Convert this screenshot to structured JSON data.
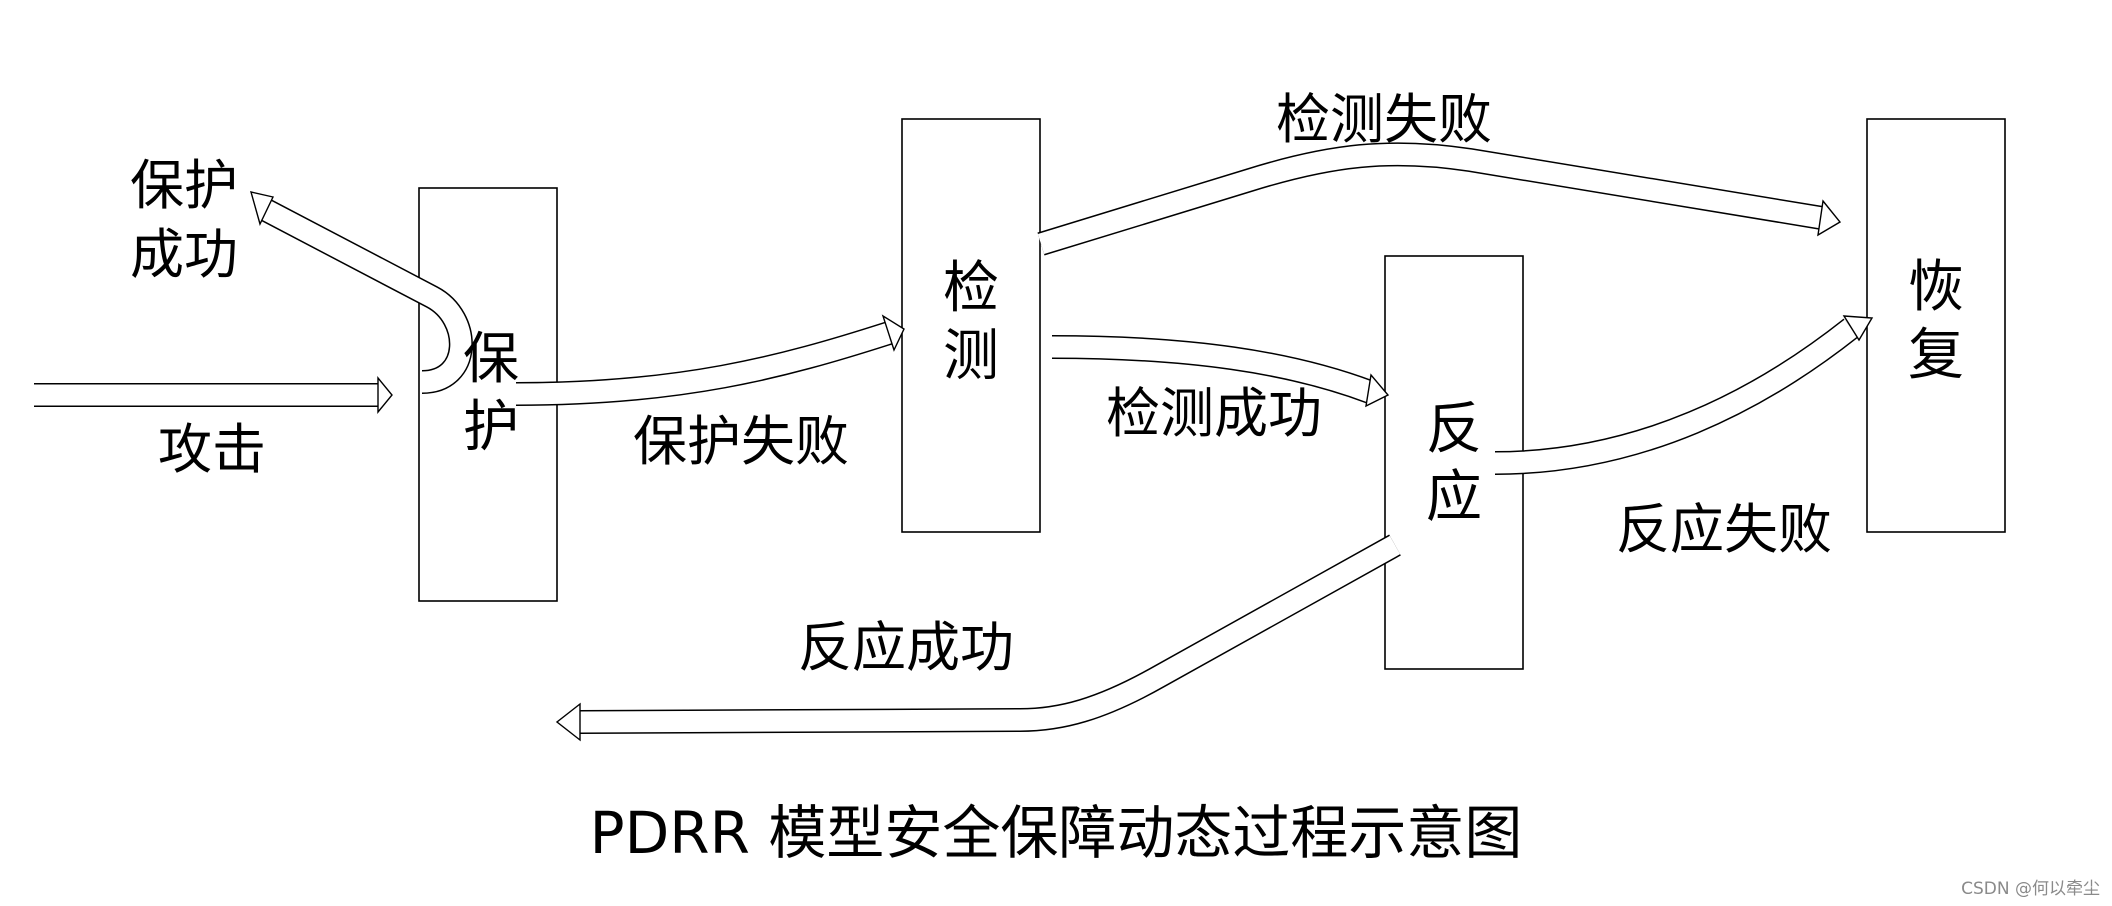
{
  "diagram": {
    "boxes": {
      "protect": [
        "保",
        "护"
      ],
      "detect": [
        "检",
        "测"
      ],
      "respond": [
        "反",
        "应"
      ],
      "recover": [
        "恢",
        "复"
      ]
    },
    "labels": {
      "attack": "攻击",
      "protect_success_line1": "保护",
      "protect_success_line2": "成功",
      "protect_fail": "保护失败",
      "detect_fail": "检测失败",
      "detect_success": "检测成功",
      "respond_fail": "反应失败",
      "respond_success": "反应成功"
    },
    "caption": "PDRR 模型安全保障动态过程示意图"
  },
  "watermark": "CSDN @何以牵尘"
}
